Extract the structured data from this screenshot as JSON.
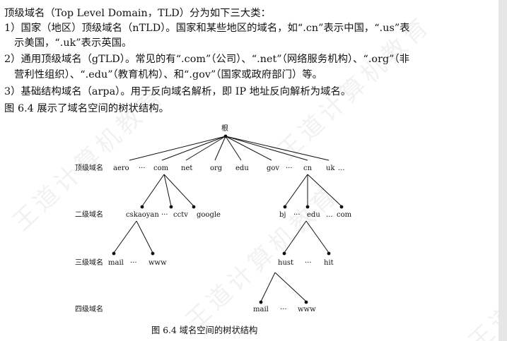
{
  "document": {
    "paragraphs": [
      "顶级域名（Top Level Domain，TLD）分为如下三大类：",
      "1）国家（地区）顶级域名（nTLD）。国家和某些地区的域名，如“.cn”表示中国，“.us”表",
      "示美国，“.uk”表示英国。",
      "2）通用顶级域名（gTLD）。常见的有“.com”（公司）、“.net”（网络服务机构）、“.org”（非",
      "营利性组织）、“.edu”（教育机构）、和“.gov”（国家或政府部门）等。",
      "3）基础结构域名（arpa）。用于反向域名解析，即 IP 地址反向解析为域名。",
      "图 6.4 展示了域名空间的树状结构。"
    ],
    "watermark": "王道计算机教育"
  },
  "figure": {
    "root": "根",
    "level_labels": [
      "顶级域名",
      "二级域名",
      "三级域名",
      "四级域名"
    ],
    "top_level": [
      "aero",
      "···",
      "com",
      "net",
      "org",
      "edu",
      "gov",
      "···",
      "cn",
      "uk",
      "..."
    ],
    "second_level_com": [
      "cskaoyan",
      "···",
      "cctv",
      "google"
    ],
    "second_level_cn": [
      "bj",
      "···",
      "edu",
      "...",
      "com"
    ],
    "third_level_cskaoyan": [
      "mail",
      "···",
      "www"
    ],
    "third_level_edu": [
      "hust",
      "···",
      "hit"
    ],
    "fourth_level_hust": [
      "mail",
      "···",
      "www"
    ],
    "caption": "图 6.4    域名空间的树状结构"
  }
}
